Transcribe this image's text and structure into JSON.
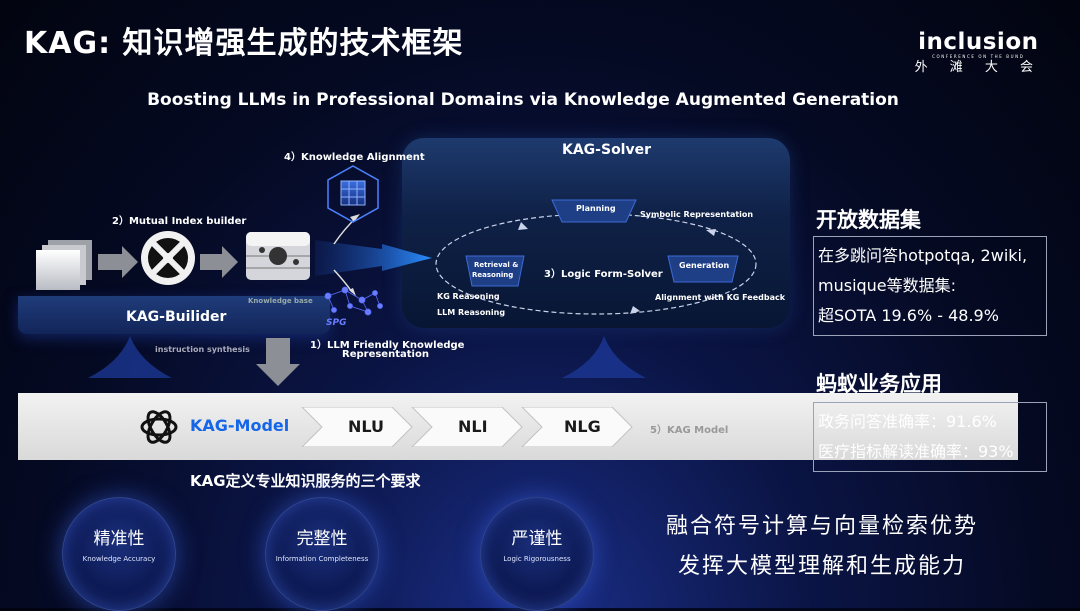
{
  "slide_title": "KAG: 知识增强生成的技术框架",
  "logo": {
    "main": "inclusion",
    "small": "CONFERENCE ON THE BUND",
    "sub": "外 滩 大 会"
  },
  "subtitle": "Boosting LLMs in Professional Domains via Knowledge Augmented Generation",
  "diagram": {
    "solver_title": "KAG-Solver",
    "builder_title": "KAG-Builider",
    "step_alignment": "4）Knowledge Alignment",
    "step_mutual_index": "2）Mutual Index builder",
    "step_llm_friendly_1": "1）LLM Friendly Knowledge",
    "step_llm_friendly_2": "Representation",
    "knowledge_base": "Knowledge base",
    "spg": "SPG",
    "instruction_synthesis": "instruction synthesis",
    "planning": "Planning",
    "symbolic": "Symbolic Representation",
    "retrieval_1": "Retrieval &",
    "retrieval_2": "Reasoning",
    "logic_form": "3）Logic Form-Solver",
    "generation": "Generation",
    "kg_reasoning": "KG Reasoning",
    "llm_reasoning": "LLM Reasoning",
    "alignment_feedback": "Alignment with KG Feedback"
  },
  "model_bar": {
    "model_name": "KAG-Model",
    "chevrons": [
      "NLU",
      "NLI",
      "NLG"
    ],
    "step_label": "5）KAG Model"
  },
  "requirements": {
    "heading": "KAG定义专业知识服务的三个要求",
    "items": [
      {
        "cn": "精准性",
        "en": "Knowledge Accuracy"
      },
      {
        "cn": "完整性",
        "en": "Information Completeness"
      },
      {
        "cn": "严谨性",
        "en": "Logic Rigorousness"
      }
    ]
  },
  "open_datasets": {
    "heading": "开放数据集",
    "lines": [
      "在多跳问答hotpotqa, 2wiki,",
      "musique等数据集:",
      "超SOTA 19.6% - 48.9%"
    ]
  },
  "ant_business": {
    "heading": "蚂蚁业务应用",
    "lines": [
      "政务问答准确率：91.6%",
      "医疗指标解读准确率：93%"
    ]
  },
  "slogan": [
    "融合符号计算与向量检索优势",
    "发挥大模型理解和生成能力"
  ],
  "colors": {
    "accent_blue": "#1f8fff",
    "model_blue": "#1565e8",
    "panel_navy": "#0f2147"
  }
}
